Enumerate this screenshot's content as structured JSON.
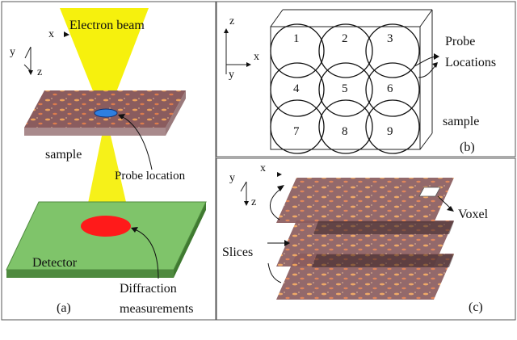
{
  "panel_a": {
    "electron_beam": "Electron beam",
    "sample": "sample",
    "probe_location": "Probe location",
    "detector": "Detector",
    "diffraction_line1": "Diffraction",
    "diffraction_line2": "measurements",
    "caption": "(a)",
    "axes": {
      "x": "x",
      "y": "y",
      "z": "z"
    }
  },
  "panel_b": {
    "probe_line1": "Probe",
    "probe_line2": "Locations",
    "sample": "sample",
    "caption": "(b)",
    "numbers": [
      "1",
      "2",
      "3",
      "4",
      "5",
      "6",
      "7",
      "8",
      "9"
    ],
    "axes": {
      "x": "x",
      "y": "y",
      "z": "z"
    }
  },
  "panel_c": {
    "voxel": "Voxel",
    "slices": "Slices",
    "caption": "(c)",
    "axes": {
      "x": "x",
      "y": "y",
      "z": "z"
    }
  },
  "colors": {
    "beam": "#f5f000",
    "sample_base": "#9a6a6a",
    "sample_spot": "#ffb060",
    "detector": "#7fc46a",
    "detector_edge": "#4f8a3f",
    "probe_spot": "#2e7fe0",
    "diffraction_spot": "#ff1a1a"
  }
}
